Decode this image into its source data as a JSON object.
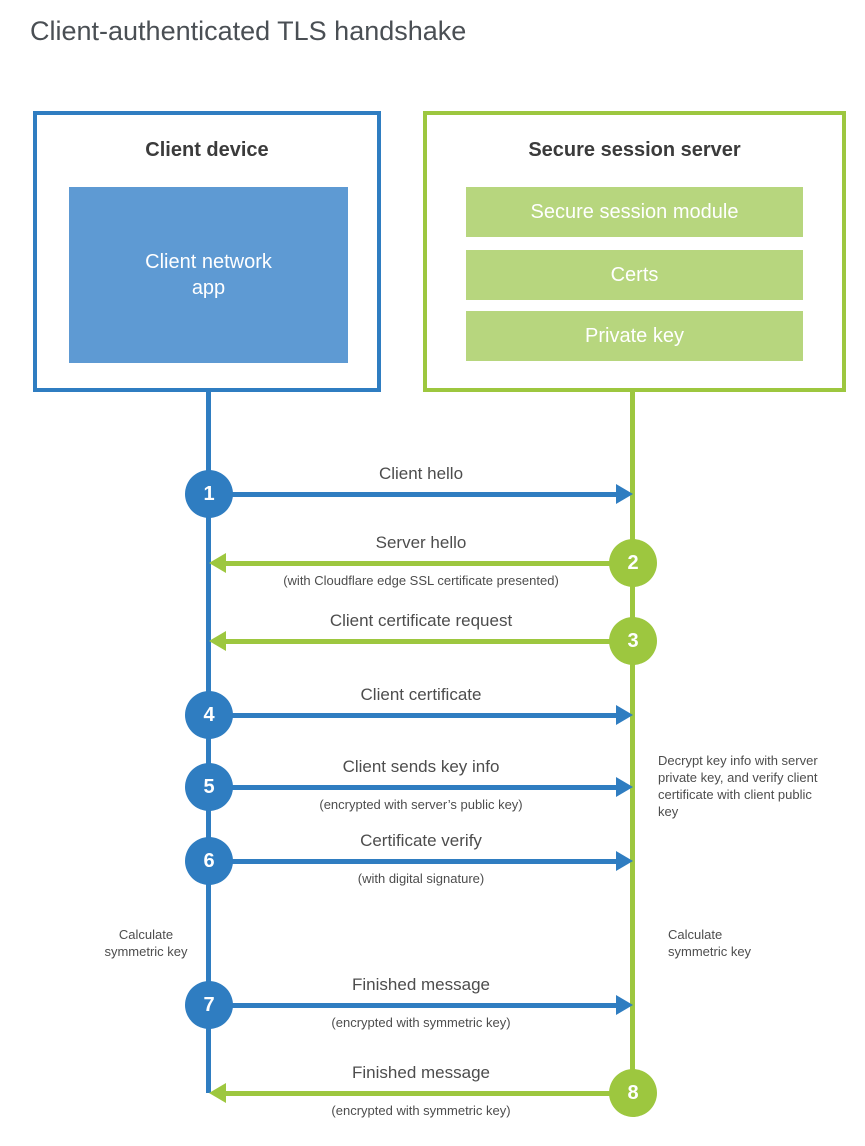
{
  "title": "Client-authenticated TLS handshake",
  "colors": {
    "blue": "#2F7DC1",
    "blue_fill": "#5E9AD3",
    "green": "#9DC73F",
    "green_fill": "#B7D67E",
    "text_dark": "#3B3B3B",
    "text_gray": "#4D4D4D"
  },
  "client": {
    "title": "Client device",
    "app_label": "Client network app"
  },
  "server": {
    "title": "Secure session server",
    "modules": [
      "Secure session module",
      "Certs",
      "Private key"
    ]
  },
  "steps": [
    {
      "num": "1",
      "actor": "client",
      "direction": "right",
      "label": "Client hello",
      "sub": ""
    },
    {
      "num": "2",
      "actor": "server",
      "direction": "left",
      "label": "Server hello",
      "sub": "(with Cloudflare edge SSL certificate presented)"
    },
    {
      "num": "3",
      "actor": "server",
      "direction": "left",
      "label": "Client certificate request",
      "sub": ""
    },
    {
      "num": "4",
      "actor": "client",
      "direction": "right",
      "label": "Client certificate",
      "sub": ""
    },
    {
      "num": "5",
      "actor": "client",
      "direction": "right",
      "label": "Client sends key info",
      "sub": "(encrypted with server’s public key)"
    },
    {
      "num": "6",
      "actor": "client",
      "direction": "right",
      "label": "Certificate verify",
      "sub": "(with digital signature)"
    },
    {
      "num": "7",
      "actor": "client",
      "direction": "right",
      "label": "Finished message",
      "sub": "(encrypted with symmetric key)"
    },
    {
      "num": "8",
      "actor": "server",
      "direction": "left",
      "label": "Finished message",
      "sub": "(encrypted with symmetric key)"
    }
  ],
  "annotations": {
    "client_calculate": "Calculate symmetric key",
    "server_calculate": "Calculate symmetric key",
    "server_note": "Decrypt key info with server private key, and verify client certificate with client public key"
  }
}
